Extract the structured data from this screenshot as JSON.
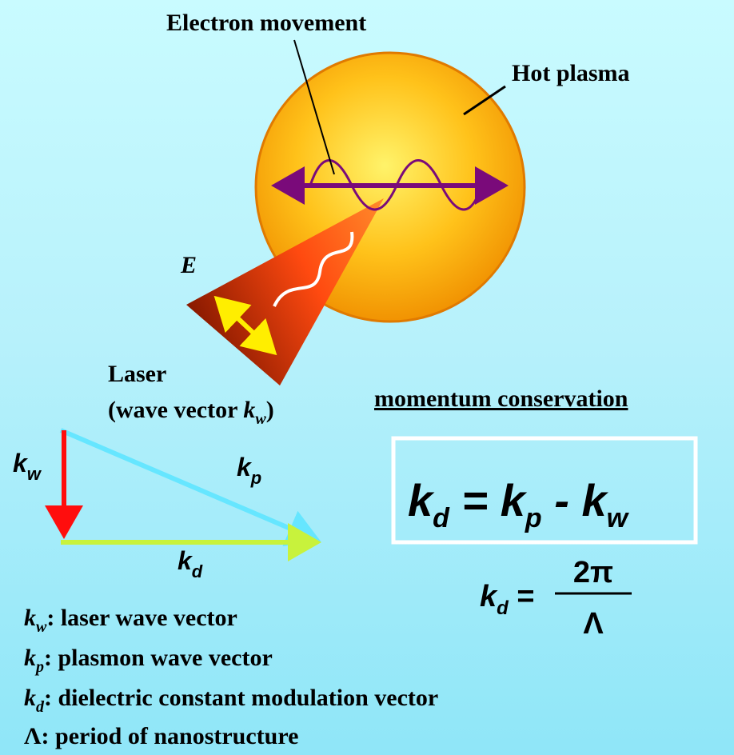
{
  "colors": {
    "background_top": "#c9fbff",
    "background_bottom": "#8fe6f8",
    "plasma_center": "#fff36a",
    "plasma_edge": "#f08f00",
    "laser_dark": "#8a1a00",
    "laser_bright": "#ff5a1a",
    "electron_arrow": "#7a0a7a",
    "field_arrow": "#ffee00",
    "k_w_vector": "#ff0d0d",
    "k_p_vector": "#66e6ff",
    "k_d_vector": "#c8f23c"
  },
  "labels": {
    "electron_movement": "Electron movement",
    "hot_plasma": "Hot plasma",
    "E_field": "E",
    "laser": "Laser",
    "laser_sub_prefix": "(wave vector ",
    "laser_sub_symbol": "k",
    "laser_sub_subscript": "w",
    "laser_sub_suffix": ")",
    "momentum_title": "momentum conservation"
  },
  "vectors": {
    "k_w": {
      "symbol": "k",
      "subscript": "w"
    },
    "k_p": {
      "symbol": "k",
      "subscript": "p"
    },
    "k_d": {
      "symbol": "k",
      "subscript": "d"
    }
  },
  "equation": {
    "lhs": "k",
    "lhs_sub": "d",
    "eq": " = ",
    "t1": "k",
    "t1_sub": "p",
    "op": " - ",
    "t2": "k",
    "t2_sub": "w"
  },
  "period_formula": {
    "lhs": "k",
    "lhs_sub": "d",
    "eq": " =",
    "numerator": "2π",
    "denominator": "Λ"
  },
  "legend": [
    {
      "symbol": "k",
      "subscript": "w",
      "text": ": laser wave vector"
    },
    {
      "symbol": "k",
      "subscript": "p",
      "text": ":  plasmon wave vector"
    },
    {
      "symbol": "k",
      "subscript": "d",
      "text": ":  dielectric constant modulation vector"
    },
    {
      "symbol": "Λ",
      "subscript": "",
      "text": ":  period of nanostructure"
    }
  ]
}
